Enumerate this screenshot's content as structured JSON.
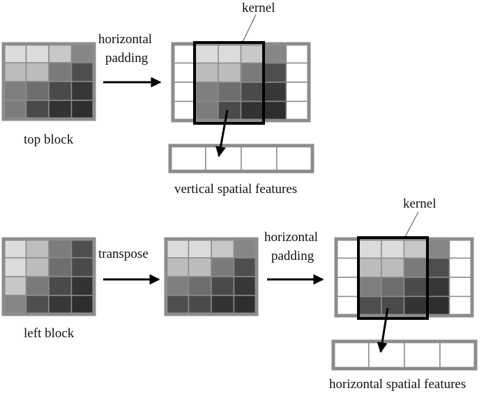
{
  "labels": {
    "kernel_top": "kernel",
    "h_padding_top_line1": "horizontal",
    "h_padding_top_line2": "padding",
    "top_block": "top block",
    "vertical_spatial_features": "vertical spatial features",
    "kernel_bottom": "kernel",
    "transpose": "transpose",
    "h_padding_bottom_line1": "horizontal",
    "h_padding_bottom_line2": "padding",
    "left_block": "left block",
    "horizontal_spatial_features": "horizontal spatial features"
  },
  "grids": {
    "top_block": [
      [
        "#dcdcdc",
        "#dcdcdc",
        "#c8c8c8",
        "#868686"
      ],
      [
        "#bcbcbc",
        "#bcbcbc",
        "#7a7a7a",
        "#4e4e4e"
      ],
      [
        "#7e7e7e",
        "#6e6e6e",
        "#4a4a4a",
        "#373737"
      ],
      [
        "#7c7c7c",
        "#4a4a4a",
        "#333333",
        "#2e2e2e"
      ]
    ],
    "left_block": [
      [
        "#dcdcdc",
        "#bebebe",
        "#7c7c7c",
        "#4e4e4e"
      ],
      [
        "#dcdcdc",
        "#bcbcbc",
        "#6e6e6e",
        "#4a4a4a"
      ],
      [
        "#c6c6c6",
        "#7a7a7a",
        "#4a4a4a",
        "#333333"
      ],
      [
        "#868686",
        "#4e4e4e",
        "#373737",
        "#2e2e2e"
      ]
    ],
    "transposed": [
      [
        "#dcdcdc",
        "#dcdcdc",
        "#c8c8c8",
        "#868686"
      ],
      [
        "#bcbcbc",
        "#bcbcbc",
        "#7a7a7a",
        "#4e4e4e"
      ],
      [
        "#7e7e7e",
        "#6e6e6e",
        "#4a4a4a",
        "#373737"
      ],
      [
        "#4e4e4e",
        "#4a4a4a",
        "#333333",
        "#2e2e2e"
      ]
    ],
    "padded_top": [
      [
        "#ffffff",
        "#dcdcdc",
        "#dcdcdc",
        "#c8c8c8",
        "#868686",
        "#ffffff"
      ],
      [
        "#ffffff",
        "#bcbcbc",
        "#bcbcbc",
        "#7a7a7a",
        "#4e4e4e",
        "#ffffff"
      ],
      [
        "#ffffff",
        "#7e7e7e",
        "#6e6e6e",
        "#4a4a4a",
        "#373737",
        "#ffffff"
      ],
      [
        "#ffffff",
        "#7c7c7c",
        "#4a4a4a",
        "#333333",
        "#2e2e2e",
        "#ffffff"
      ]
    ],
    "padded_bottom": [
      [
        "#ffffff",
        "#dcdcdc",
        "#dcdcdc",
        "#c8c8c8",
        "#868686",
        "#ffffff"
      ],
      [
        "#ffffff",
        "#bcbcbc",
        "#bcbcbc",
        "#7a7a7a",
        "#4e4e4e",
        "#ffffff"
      ],
      [
        "#ffffff",
        "#7e7e7e",
        "#6e6e6e",
        "#4a4a4a",
        "#373737",
        "#ffffff"
      ],
      [
        "#ffffff",
        "#4e4e4e",
        "#4a4a4a",
        "#333333",
        "#2e2e2e",
        "#ffffff"
      ]
    ],
    "output_cells": 4
  },
  "colors": {
    "grid_border": "#8c8c8c",
    "kernel_border": "#000000",
    "arrow": "#000000",
    "output_fill": "#ffffff"
  }
}
